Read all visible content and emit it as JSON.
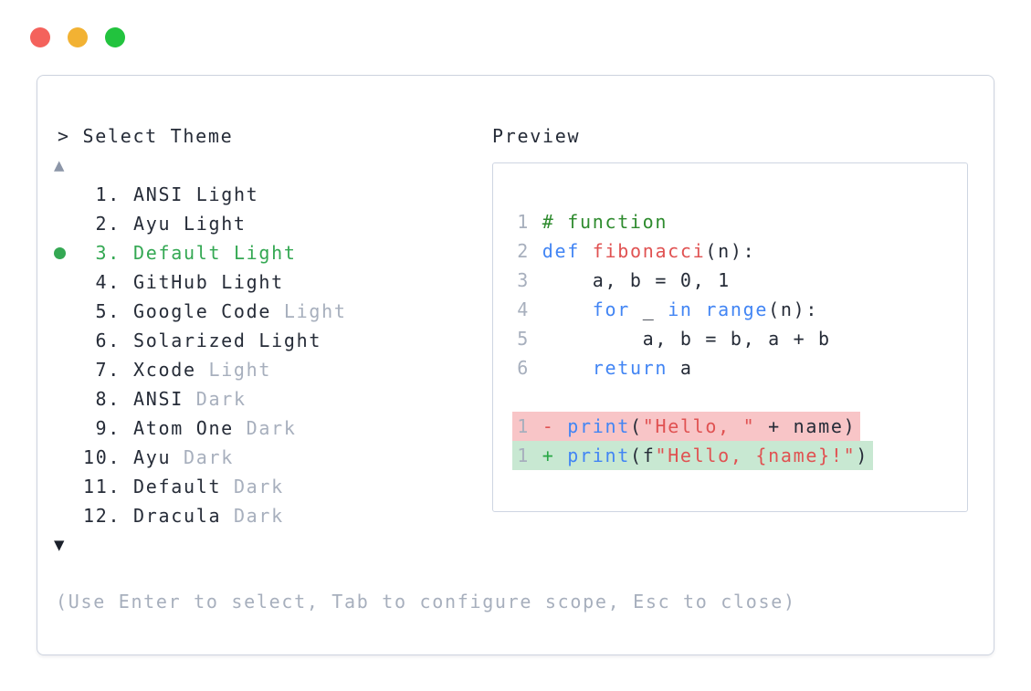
{
  "window": {
    "controls": [
      {
        "name": "close",
        "color": "#f4625c"
      },
      {
        "name": "minimize",
        "color": "#f2b233"
      },
      {
        "name": "maximize",
        "color": "#22c33e"
      }
    ]
  },
  "theme_picker": {
    "prompt": "> Select Theme",
    "scroll_up_indicator": "▲",
    "scroll_down_indicator": "▼",
    "items": [
      {
        "number": "1.",
        "name": "ANSI",
        "variant": "Light",
        "variant_dimmed": false,
        "selected": false
      },
      {
        "number": "2.",
        "name": "Ayu",
        "variant": "Light",
        "variant_dimmed": false,
        "selected": false
      },
      {
        "number": "3.",
        "name": "Default",
        "variant": "Light",
        "variant_dimmed": false,
        "selected": true
      },
      {
        "number": "4.",
        "name": "GitHub",
        "variant": "Light",
        "variant_dimmed": false,
        "selected": false
      },
      {
        "number": "5.",
        "name": "Google Code",
        "variant": "Light",
        "variant_dimmed": true,
        "selected": false
      },
      {
        "number": "6.",
        "name": "Solarized",
        "variant": "Light",
        "variant_dimmed": false,
        "selected": false
      },
      {
        "number": "7.",
        "name": "Xcode",
        "variant": "Light",
        "variant_dimmed": true,
        "selected": false
      },
      {
        "number": "8.",
        "name": "ANSI",
        "variant": "Dark",
        "variant_dimmed": true,
        "selected": false
      },
      {
        "number": "9.",
        "name": "Atom One",
        "variant": "Dark",
        "variant_dimmed": true,
        "selected": false
      },
      {
        "number": "10.",
        "name": "Ayu",
        "variant": "Dark",
        "variant_dimmed": true,
        "selected": false
      },
      {
        "number": "11.",
        "name": "Default",
        "variant": "Dark",
        "variant_dimmed": true,
        "selected": false
      },
      {
        "number": "12.",
        "name": "Dracula",
        "variant": "Dark",
        "variant_dimmed": true,
        "selected": false
      }
    ],
    "help_text": "(Use Enter to select, Tab to configure scope, Esc to close)"
  },
  "preview": {
    "label": "Preview",
    "code_lines": [
      {
        "number": "1",
        "tokens": [
          [
            "comment",
            "# function"
          ]
        ]
      },
      {
        "number": "2",
        "tokens": [
          [
            "kw",
            "def"
          ],
          [
            "plain",
            " "
          ],
          [
            "fn",
            "fibonacci"
          ],
          [
            "plain",
            "(n):"
          ]
        ]
      },
      {
        "number": "3",
        "tokens": [
          [
            "plain",
            "    a, b = 0, 1"
          ]
        ]
      },
      {
        "number": "4",
        "tokens": [
          [
            "plain",
            "    "
          ],
          [
            "kw",
            "for"
          ],
          [
            "plain",
            " _ "
          ],
          [
            "kw",
            "in"
          ],
          [
            "plain",
            " "
          ],
          [
            "kw",
            "range"
          ],
          [
            "plain",
            "(n):"
          ]
        ]
      },
      {
        "number": "5",
        "tokens": [
          [
            "plain",
            "        a, b = b, a + b"
          ]
        ]
      },
      {
        "number": "6",
        "tokens": [
          [
            "plain",
            "    "
          ],
          [
            "kw",
            "return"
          ],
          [
            "plain",
            " a"
          ]
        ]
      }
    ],
    "diff_lines": [
      {
        "number": "1",
        "sign": "-",
        "kind": "removed",
        "tokens": [
          [
            "kw",
            "print"
          ],
          [
            "plain",
            "("
          ],
          [
            "str",
            "\"Hello, \""
          ],
          [
            "plain",
            " + name)"
          ]
        ]
      },
      {
        "number": "1",
        "sign": "+",
        "kind": "added",
        "tokens": [
          [
            "kw",
            "print"
          ],
          [
            "plain",
            "(f"
          ],
          [
            "str",
            "\"Hello, {name}!\""
          ],
          [
            "plain",
            ")"
          ]
        ]
      }
    ]
  },
  "colors": {
    "text_primary": "#262c38",
    "text_dim": "#a7afbd",
    "accent_green": "#34a853",
    "keyword_blue": "#4285f4",
    "function_red": "#e05252",
    "string_red": "#e05252",
    "comment_green": "#2e8b2e",
    "diff_removed_bg": "#f8c5c7",
    "diff_added_bg": "#c8e8d2",
    "diff_plus_green": "#28a745",
    "diff_minus_red": "#e05252",
    "panel_border": "#cdd3df",
    "preview_border": "#ced5e2",
    "scroll_up_color": "#8c96a8",
    "scroll_down_color": "#1b202b",
    "line_number": "#a7afbd",
    "traffic_red": "#f4625c",
    "traffic_yellow": "#f2b233",
    "traffic_green": "#22c33e"
  }
}
